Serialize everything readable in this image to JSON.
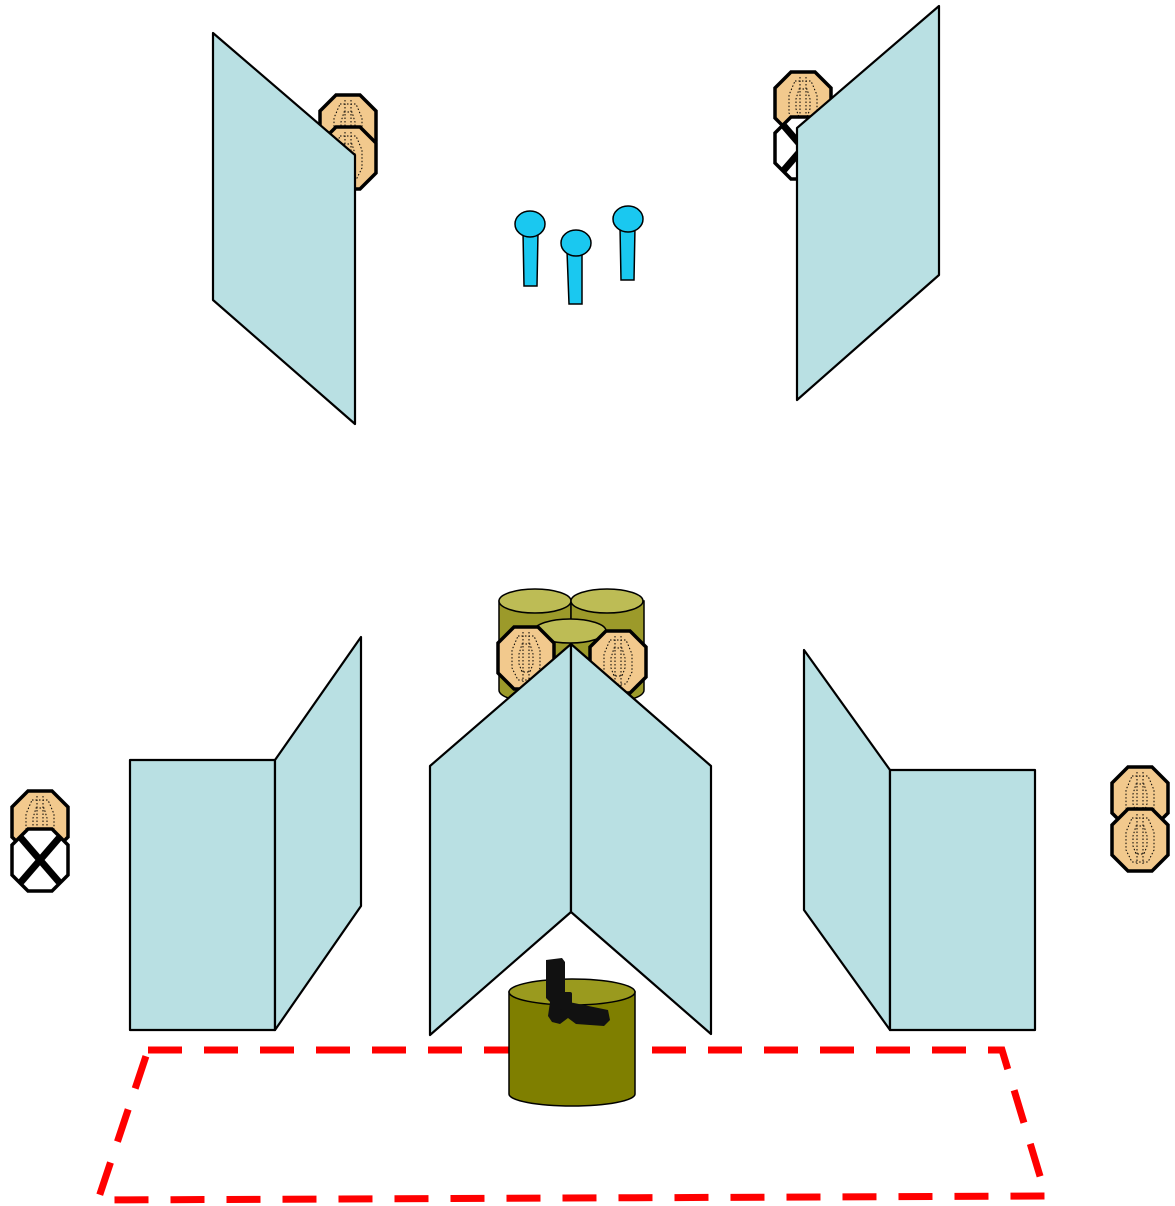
{
  "diagram": {
    "elements": [
      "shooting-box",
      "start-table-with-pistol",
      "barrel-stack",
      "walls",
      "paper-targets",
      "no-shoot-targets",
      "steel-poppers"
    ]
  },
  "colors": {
    "wall": "#b9e0e3",
    "target": "#f2c98d",
    "no_shoot": "#ffffff",
    "barrel": "#9c9a2a",
    "table": "#7f7f00",
    "popper": "#1ac8f0",
    "shooting_box": "#ff0000"
  },
  "icons": {
    "target": "paper-target-icon",
    "no_shoot": "no-shoot-target-icon",
    "popper": "steel-popper-icon",
    "pistol": "pistol-icon",
    "barrel": "barrel-icon"
  }
}
